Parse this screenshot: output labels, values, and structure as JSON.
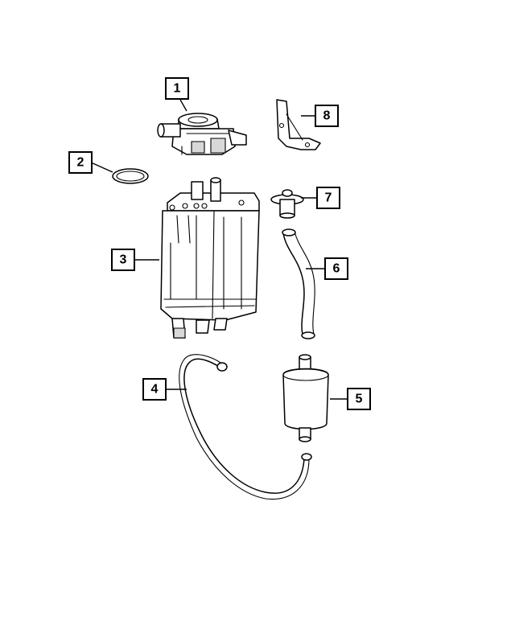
{
  "callouts": [
    {
      "id": "1",
      "label": "1"
    },
    {
      "id": "2",
      "label": "2"
    },
    {
      "id": "3",
      "label": "3"
    },
    {
      "id": "4",
      "label": "4"
    },
    {
      "id": "5",
      "label": "5"
    },
    {
      "id": "6",
      "label": "6"
    },
    {
      "id": "7",
      "label": "7"
    },
    {
      "id": "8",
      "label": "8"
    }
  ],
  "colors": {
    "line": "#000000",
    "background": "#ffffff",
    "shade": "#d8d8d8"
  }
}
